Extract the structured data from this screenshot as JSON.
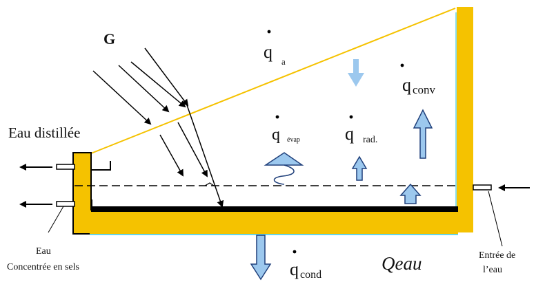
{
  "labels": {
    "G": "G",
    "eau_distillee": "Eau distillée",
    "eau": "Eau",
    "concentree": "Concentrée en sels",
    "entree_line1": "Entrée de",
    "entree_line2": "l’eau",
    "q": "q",
    "sub_a": "a",
    "sub_conv": "conv",
    "sub_evap": "évap",
    "sub_rad": "rad.",
    "sub_cond": "cond",
    "q_eau": "Qeau"
  },
  "colors": {
    "frame": "#F5C200",
    "glass": "#F5C200",
    "absorber": "#000000",
    "heat_arrow": "#9CC8EE",
    "heat_arrow_stroke": "#1F3F7A",
    "insulation_edge": "#66D4E8"
  }
}
